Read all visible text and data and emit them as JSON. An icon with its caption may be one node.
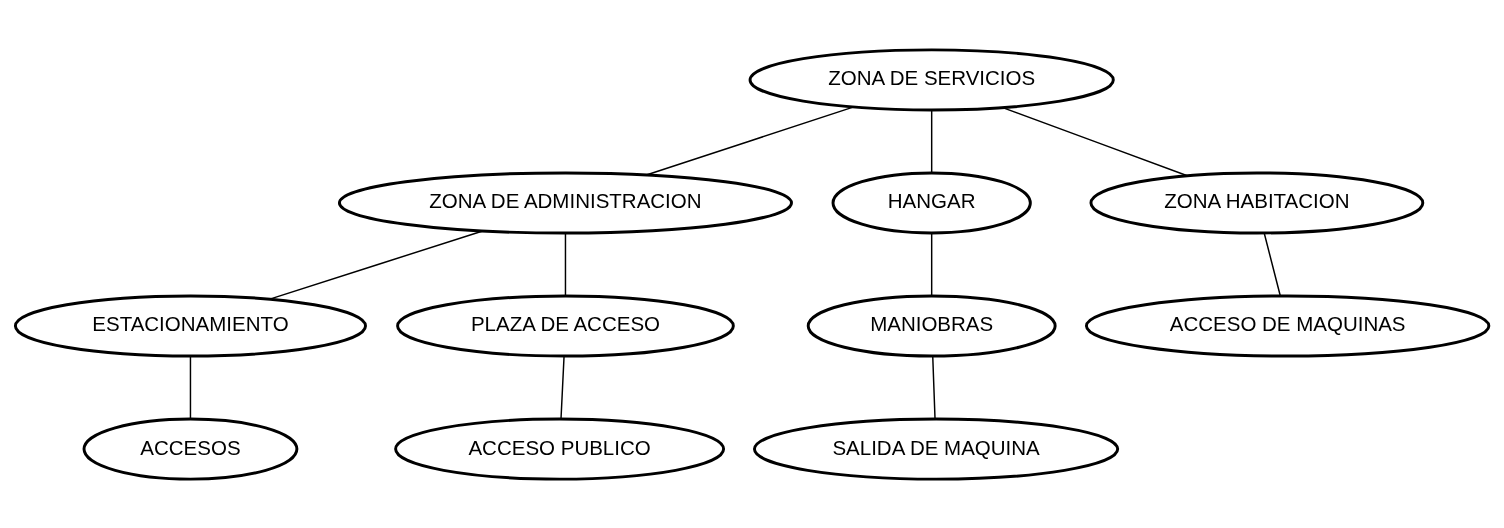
{
  "diagram": {
    "nodes": [
      {
        "text": [
          "ZONA DE SERVICIOS"
        ]
      },
      {
        "text": [
          "ZONA DE ADMINISTRACION"
        ]
      },
      {
        "text": [
          "HANGAR"
        ]
      },
      {
        "text": [
          "ZONA HABITACION"
        ]
      },
      {
        "text": [
          "ESTACIONAMIENTO"
        ]
      },
      {
        "text": [
          "PLAZA DE ACCESO"
        ]
      },
      {
        "text": [
          "MANIOBRAS"
        ]
      },
      {
        "text": [
          "ACCESO DE MAQUINAS"
        ]
      },
      {
        "text": [
          "ACCESOS"
        ]
      },
      {
        "text": [
          "ACCESO PUBLICO"
        ]
      },
      {
        "text": [
          "SALIDA DE MAQUINA"
        ]
      }
    ],
    "edges": [
      {
        "from": 0,
        "to": 1,
        "arrow": "none"
      },
      {
        "from": 0,
        "to": 2,
        "arrow": "none"
      },
      {
        "from": 0,
        "to": 3,
        "arrow": "none"
      },
      {
        "from": 1,
        "to": 4,
        "arrow": "none"
      },
      {
        "from": 1,
        "to": 5,
        "arrow": "none"
      },
      {
        "from": 2,
        "to": 6,
        "arrow": "none"
      },
      {
        "from": 3,
        "to": 7,
        "arrow": "none"
      },
      {
        "from": 4,
        "to": 8,
        "arrow": "none"
      },
      {
        "from": 5,
        "to": 9,
        "arrow": "none"
      },
      {
        "from": 6,
        "to": 10,
        "arrow": "none"
      }
    ]
  }
}
